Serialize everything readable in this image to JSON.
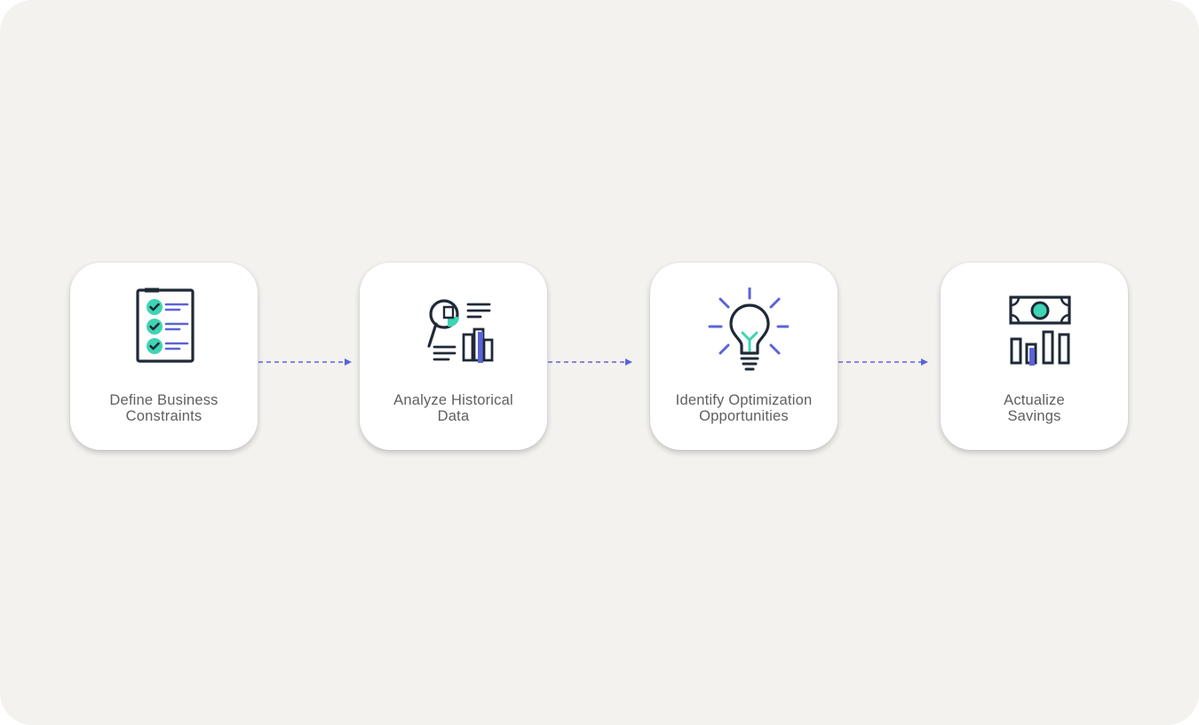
{
  "colors": {
    "background": "#f3f2ef",
    "card": "#ffffff",
    "label": "#5f5f62",
    "icon_stroke": "#1f2937",
    "accent_teal": "#3fd4b4",
    "accent_blue": "#5a63d8"
  },
  "steps": [
    {
      "line1": "Define Business",
      "line2": "Constraints",
      "icon": "checklist-icon"
    },
    {
      "line1": "Analyze Historical",
      "line2": "Data",
      "icon": "data-analysis-icon"
    },
    {
      "line1": "Identify Optimization",
      "line2": "Opportunities",
      "icon": "lightbulb-icon"
    },
    {
      "line1": "Actualize",
      "line2": "Savings",
      "icon": "money-chart-icon"
    }
  ],
  "connectors": [
    {
      "from": 0,
      "to": 1,
      "style": "dashed-arrow"
    },
    {
      "from": 1,
      "to": 2,
      "style": "dashed-arrow"
    },
    {
      "from": 2,
      "to": 3,
      "style": "dashed-arrow"
    }
  ]
}
